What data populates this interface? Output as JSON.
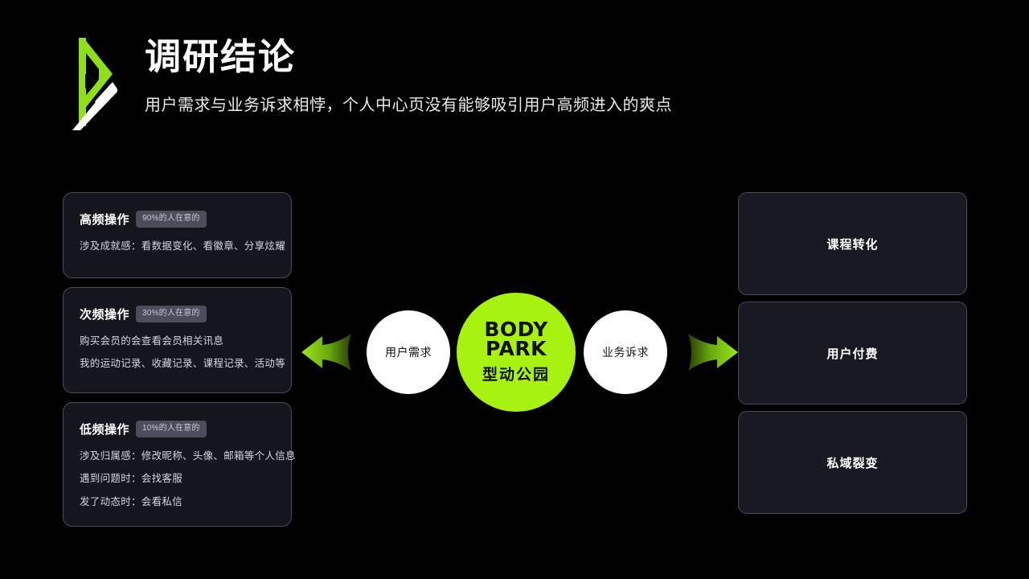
{
  "header": {
    "logo_icon": "bodypark-b-mark-icon",
    "title": "调研结论",
    "subtitle": "用户需求与业务诉求相悖，个人中心页没有能够吸引用户高频进入的爽点"
  },
  "left_cards": [
    {
      "title": "高频操作",
      "badge": "90%的人在意的",
      "lines": [
        "涉及成就感：看数据变化、看徽章、分享炫耀"
      ]
    },
    {
      "title": "次频操作",
      "badge": "30%的人在意的",
      "lines": [
        "购买会员的会查看会员相关讯息",
        "我的运动记录、收藏记录、课程记录、活动等"
      ]
    },
    {
      "title": "低频操作",
      "badge": "10%的人在意的",
      "lines": [
        "涉及归属感：修改昵称、头像、邮箱等个人信息",
        "遇到问题时：会找客服",
        "发了动态时：会看私信"
      ]
    }
  ],
  "center": {
    "left_circle": "用户需求",
    "right_circle": "业务诉求",
    "brand": {
      "en_line1": "BODY",
      "en_line2": "PARK",
      "cn": "型动公园"
    },
    "left_arrow_icon": "arrow-left-icon",
    "right_arrow_icon": "arrow-right-icon"
  },
  "right_cards": [
    {
      "label": "课程转化"
    },
    {
      "label": "用户付费"
    },
    {
      "label": "私域裂变"
    }
  ],
  "colors": {
    "background": "#000000",
    "accent_green": "#a8f211",
    "card_background": "#15151e",
    "card_border": "#4a4c5e",
    "badge_background": "#4c4c5d",
    "text_primary": "#ffffff",
    "text_secondary": "#d6d6de"
  }
}
